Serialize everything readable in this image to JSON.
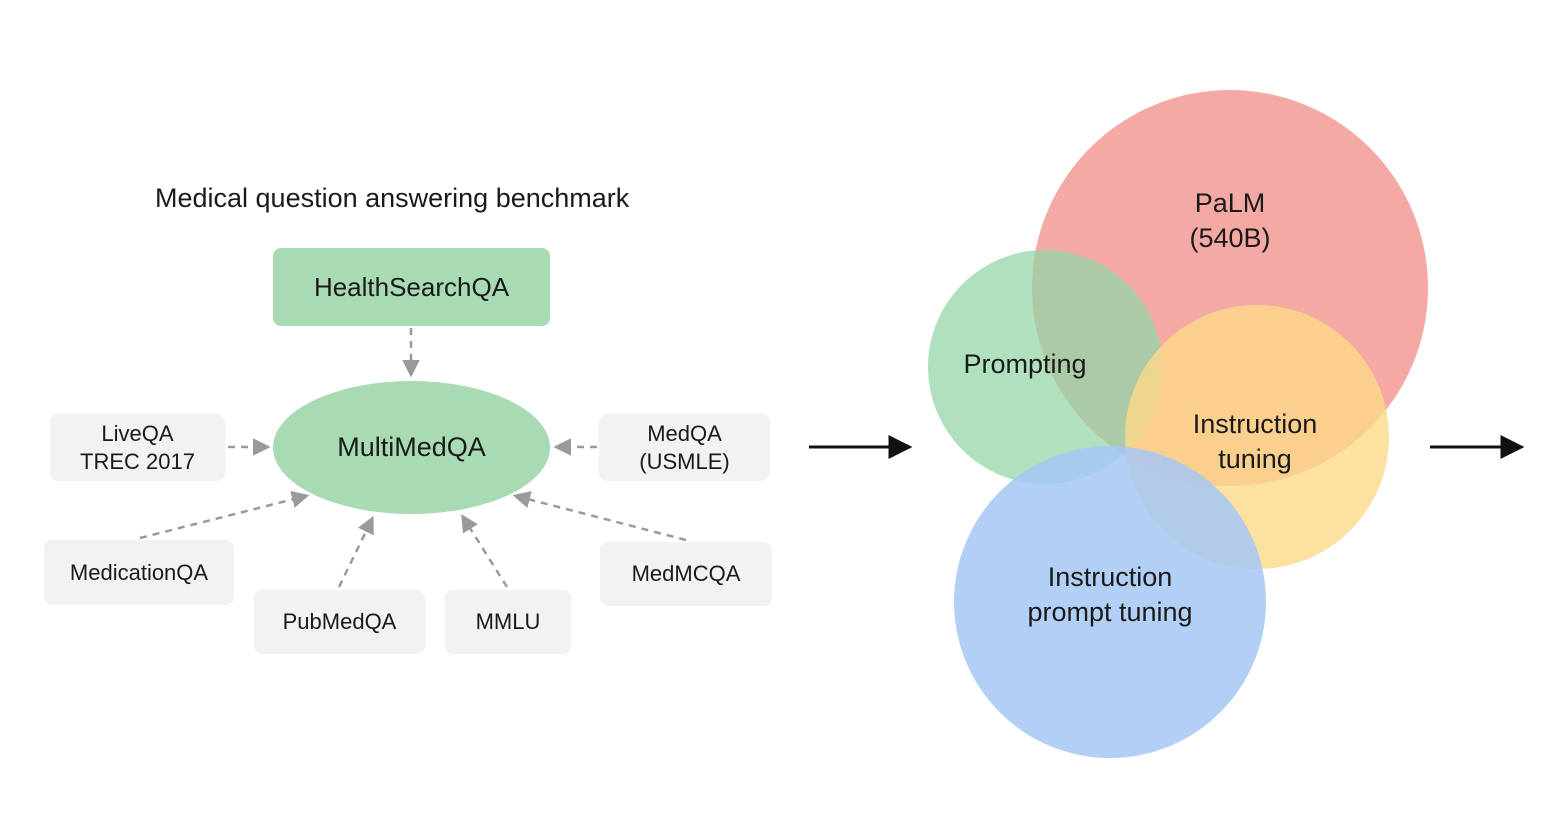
{
  "benchmark": {
    "title": "Medical question answering benchmark",
    "top_box": "HealthSearchQA",
    "center": "MultiMedQA",
    "sources": [
      "LiveQA\nTREC 2017",
      "MedQA\n(USMLE)",
      "MedicationQA",
      "PubMedQA",
      "MMLU",
      "MedMCQA"
    ]
  },
  "venn": {
    "palm": "PaLM\n(540B)",
    "prompting": "Prompting",
    "instruction_tuning": "Instruction\ntuning",
    "instruction_prompt_tuning": "Instruction\nprompt tuning"
  },
  "colors": {
    "green": "#a8dbb3",
    "gray_box": "#f2f2f2",
    "palm_red": "#f29a94",
    "prompting_green": "#95d6a8",
    "instruction_yellow": "#fdd98a",
    "instruction_prompt_blue": "#a4c7f5"
  }
}
